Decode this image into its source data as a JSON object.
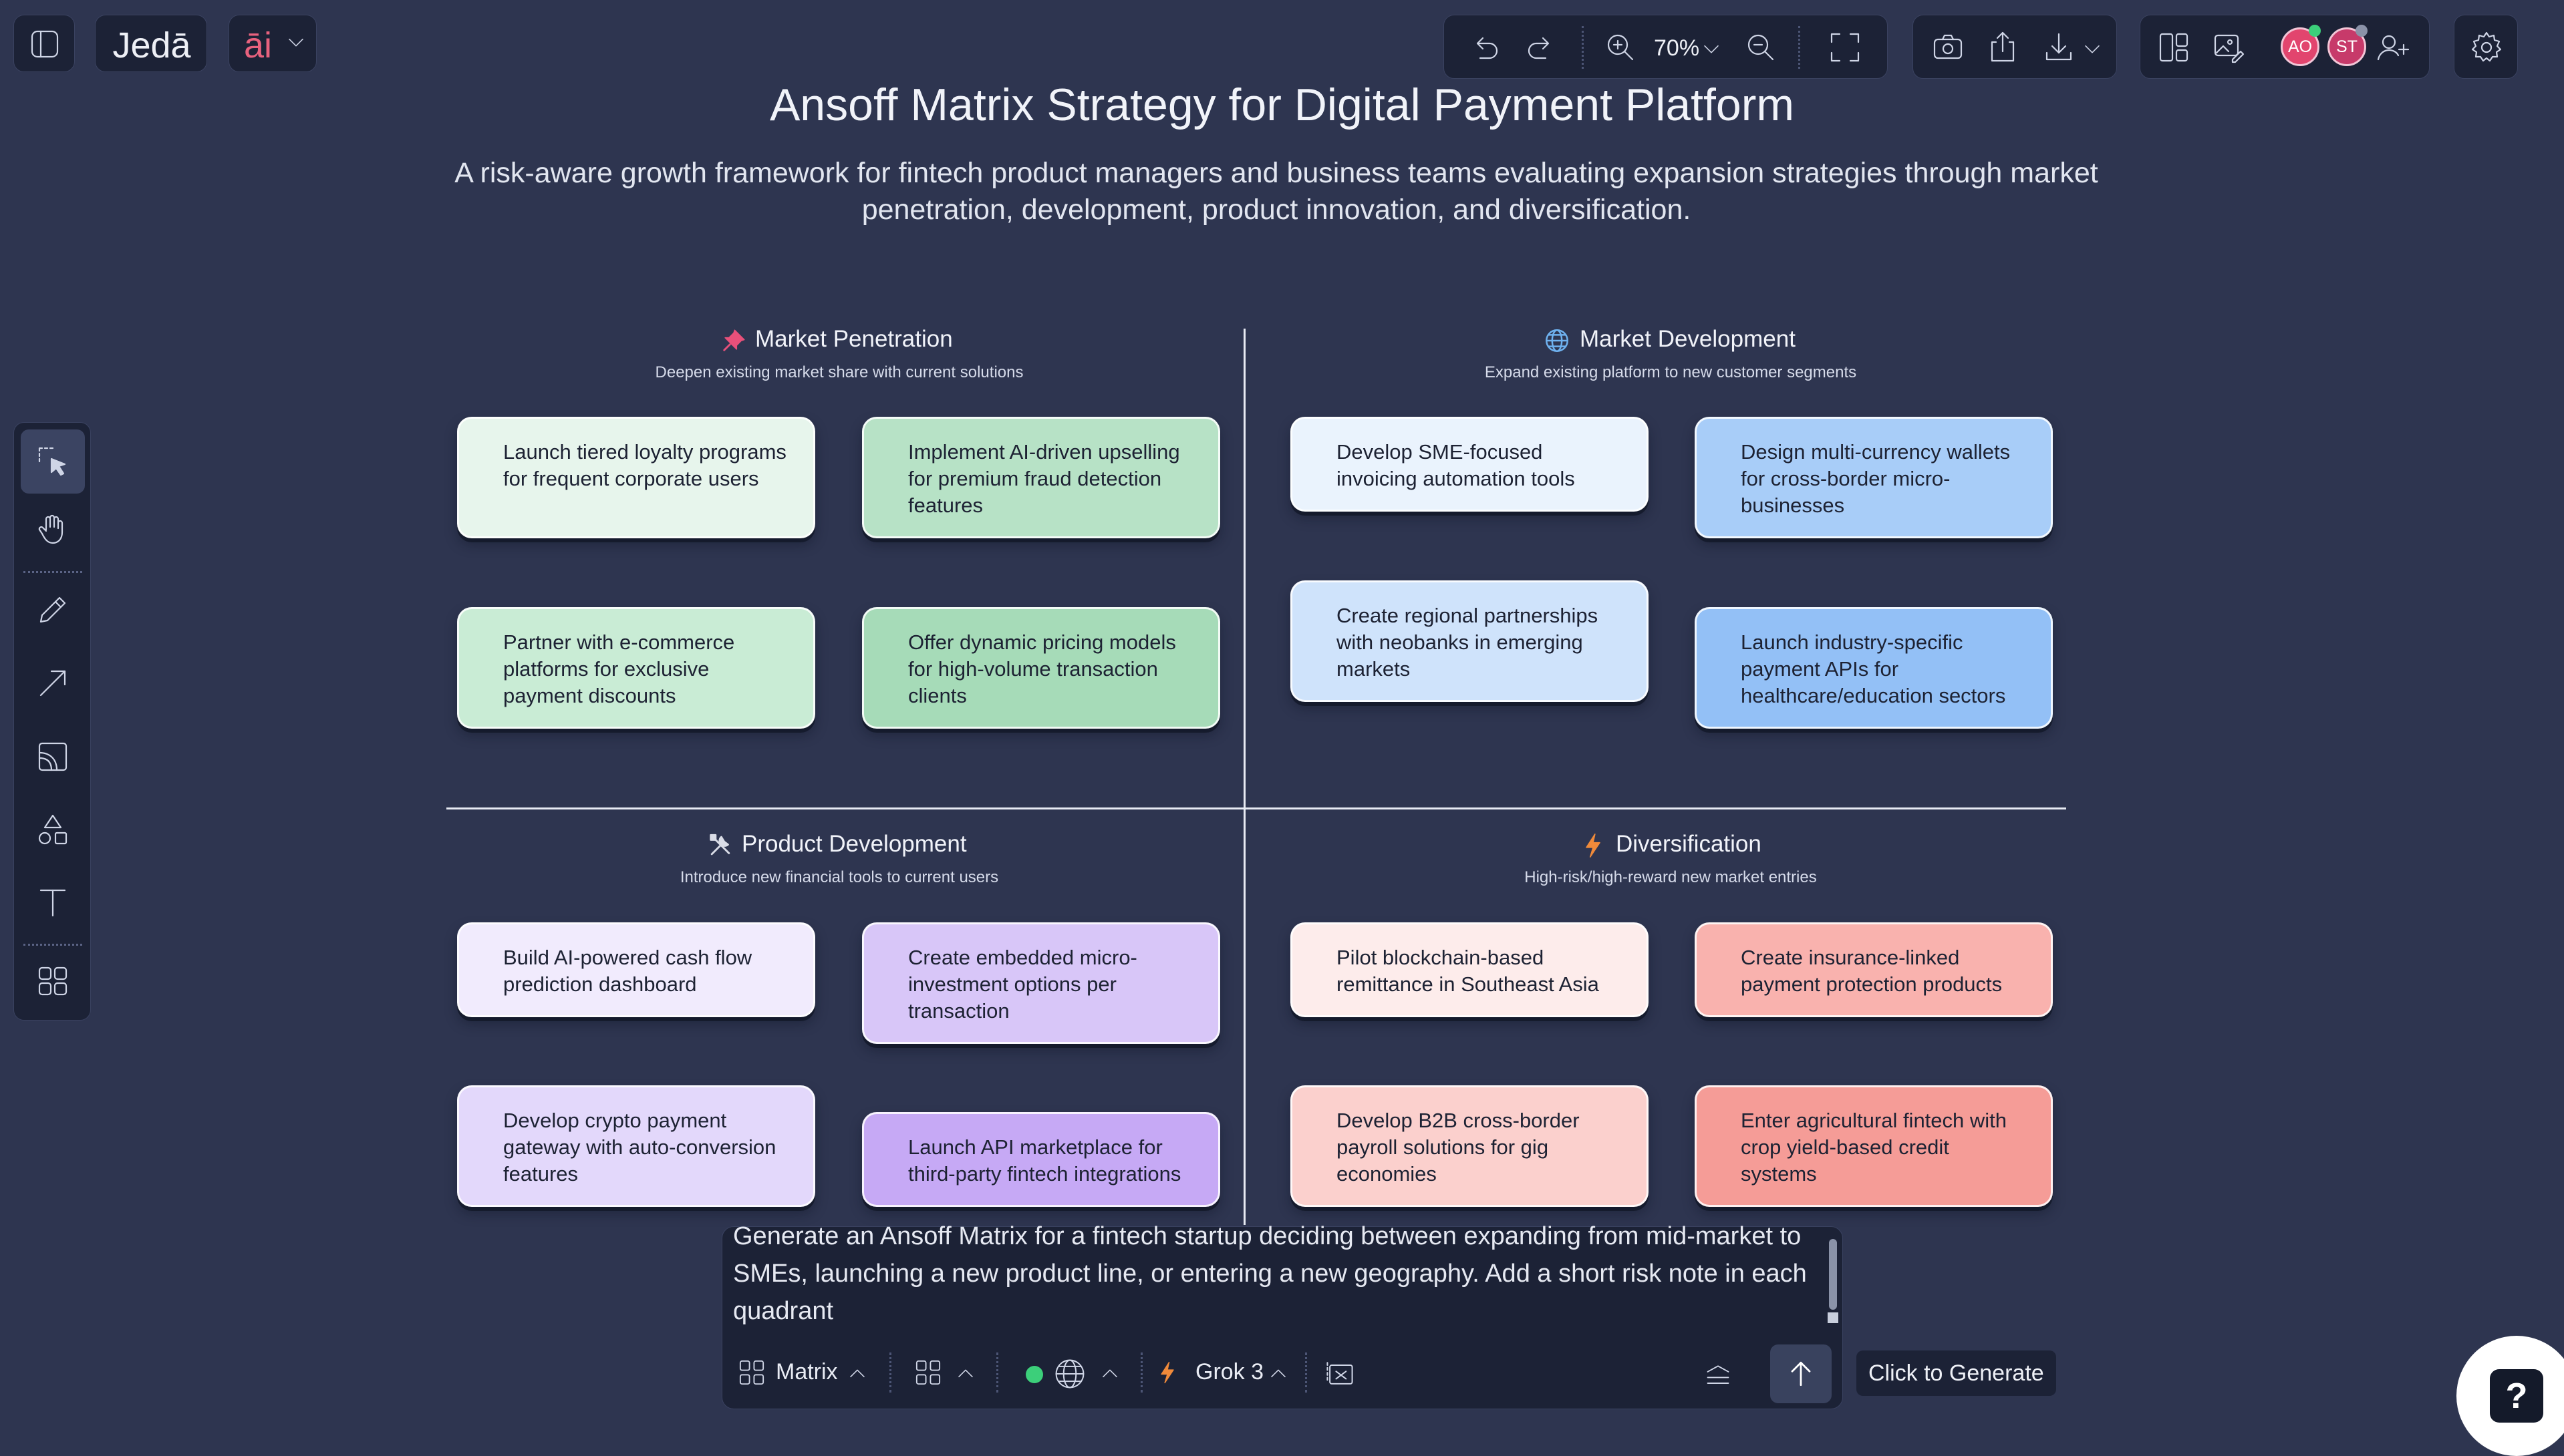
{
  "app": {
    "logo_text": "Jedā",
    "ai_badge": "āi"
  },
  "toolbar": {
    "zoom_label": "70%"
  },
  "users": [
    {
      "initials": "AO"
    },
    {
      "initials": "ST"
    }
  ],
  "doc": {
    "title": "Ansoff Matrix Strategy for Digital Payment Platform",
    "subtitle": "A risk-aware growth framework for fintech product managers and business teams evaluating expansion strategies through market penetration, development, product innovation, and diversification."
  },
  "quadrants": [
    {
      "icon": "pushpin-icon",
      "title": "Market Penetration",
      "subtitle": "Deepen existing market share with current solutions",
      "cards": [
        "Launch tiered loyalty programs for frequent corporate users",
        "Implement AI-driven upselling for premium fraud detection features",
        "Partner with e-commerce platforms for exclusive payment discounts",
        "Offer dynamic pricing models for high-volume transaction clients"
      ]
    },
    {
      "icon": "globe-icon",
      "title": "Market Development",
      "subtitle": "Expand existing platform to new customer segments",
      "cards": [
        "Develop SME-focused invoicing automation tools",
        "Design multi-currency wallets for cross-border micro-businesses",
        "Create regional partnerships with neobanks in emerging markets",
        "Launch industry-specific payment APIs for healthcare/education sectors"
      ]
    },
    {
      "icon": "tools-icon",
      "title": "Product Development",
      "subtitle": "Introduce new financial tools to current users",
      "cards": [
        "Build AI-powered cash flow prediction dashboard",
        "Create embedded micro-investment options per transaction",
        "Develop crypto payment gateway with auto-conversion features",
        "Launch API marketplace for third-party fintech integrations"
      ]
    },
    {
      "icon": "lightning-icon",
      "title": "Diversification",
      "subtitle": "High-risk/high-reward new market entries",
      "cards": [
        "Pilot blockchain-based remittance in Southeast Asia",
        "Create insurance-linked payment protection products",
        "Develop B2B cross-border payroll solutions for gig economies",
        "Enter agricultural fintech with crop yield-based credit systems"
      ]
    }
  ],
  "prompt": {
    "text": "Generate an Ansoff Matrix for a fintech startup deciding between expanding from mid-market to SMEs, launching a new product line, or entering a new geography. Add a short risk note in each quadrant",
    "diagram_type": "Matrix",
    "model": "Grok 3",
    "generate_tooltip": "Click to Generate"
  },
  "help_glyph": "?",
  "colors": {
    "background": "#2e3550",
    "panel": "#1c2236",
    "green": [
      "#e7f5ec",
      "#b7e2c6",
      "#c9ecd5",
      "#a6dbb8"
    ],
    "blue": [
      "#eaf3fd",
      "#a8cdf8",
      "#cfe3fb",
      "#93c0f6"
    ],
    "purple": [
      "#f1ebfd",
      "#d8c6f8",
      "#e3d8fb",
      "#c6a9f5"
    ],
    "red": [
      "#fdeceb",
      "#f9b2ae",
      "#fbd0cd",
      "#f59c97"
    ]
  }
}
